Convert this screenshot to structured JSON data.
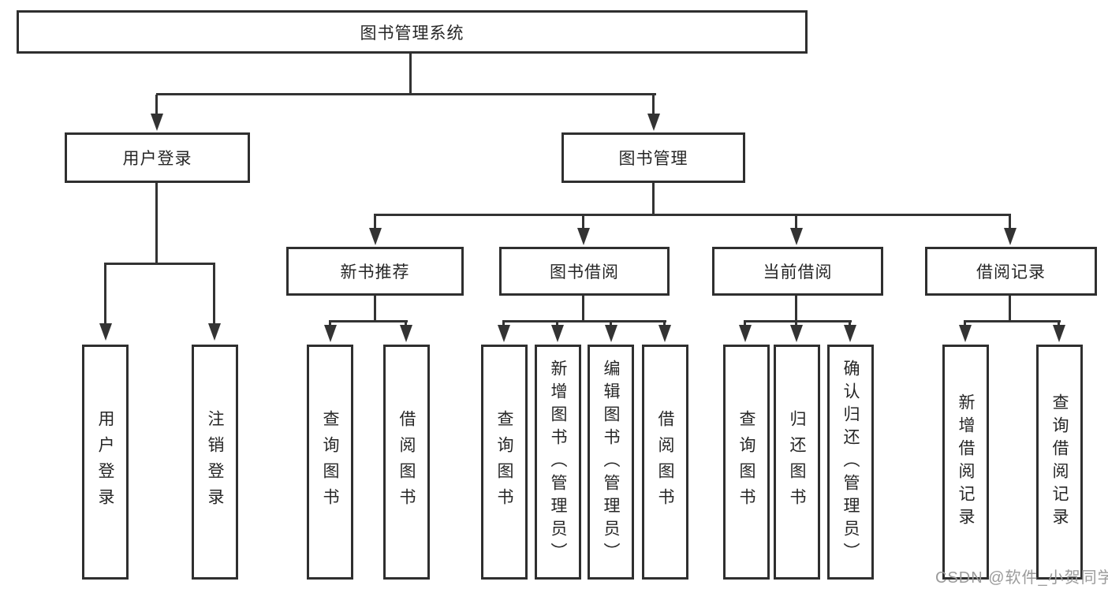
{
  "diagram": {
    "title": "图书管理系统",
    "type": "hierarchy-tree",
    "colors": {
      "background": "#ffffff",
      "box_border": "#2f2f2f",
      "connector": "#333333",
      "text": "#262626",
      "watermark_text": "#9b9b9b"
    },
    "nodes": {
      "root": {
        "label": "图书管理系统"
      },
      "l2": [
        {
          "label": "用户登录",
          "parent": "图书管理系统"
        },
        {
          "label": "图书管理",
          "parent": "图书管理系统"
        }
      ],
      "l3": [
        {
          "label": "新书推荐",
          "parent": "图书管理"
        },
        {
          "label": "图书借阅",
          "parent": "图书管理"
        },
        {
          "label": "当前借阅",
          "parent": "图书管理"
        },
        {
          "label": "借阅记录",
          "parent": "图书管理"
        }
      ],
      "leaves": [
        {
          "label": "用户登录",
          "parent": "用户登录"
        },
        {
          "label": "注销登录",
          "parent": "用户登录"
        },
        {
          "label": "查询图书",
          "parent": "新书推荐"
        },
        {
          "label": "借阅图书",
          "parent": "新书推荐"
        },
        {
          "label": "查询图书",
          "parent": "图书借阅"
        },
        {
          "label": "新增图书（管理员）",
          "parent": "图书借阅"
        },
        {
          "label": "编辑图书（管理员）",
          "parent": "图书借阅"
        },
        {
          "label": "借阅图书",
          "parent": "图书借阅"
        },
        {
          "label": "查询图书",
          "parent": "当前借阅"
        },
        {
          "label": "归还图书",
          "parent": "当前借阅"
        },
        {
          "label": "确认归还（管理员）",
          "parent": "当前借阅"
        },
        {
          "label": "新增借阅记录",
          "parent": "借阅记录"
        },
        {
          "label": "查询借阅记录",
          "parent": "借阅记录"
        }
      ]
    },
    "watermark": "CSDN @软件_小贺同学"
  }
}
